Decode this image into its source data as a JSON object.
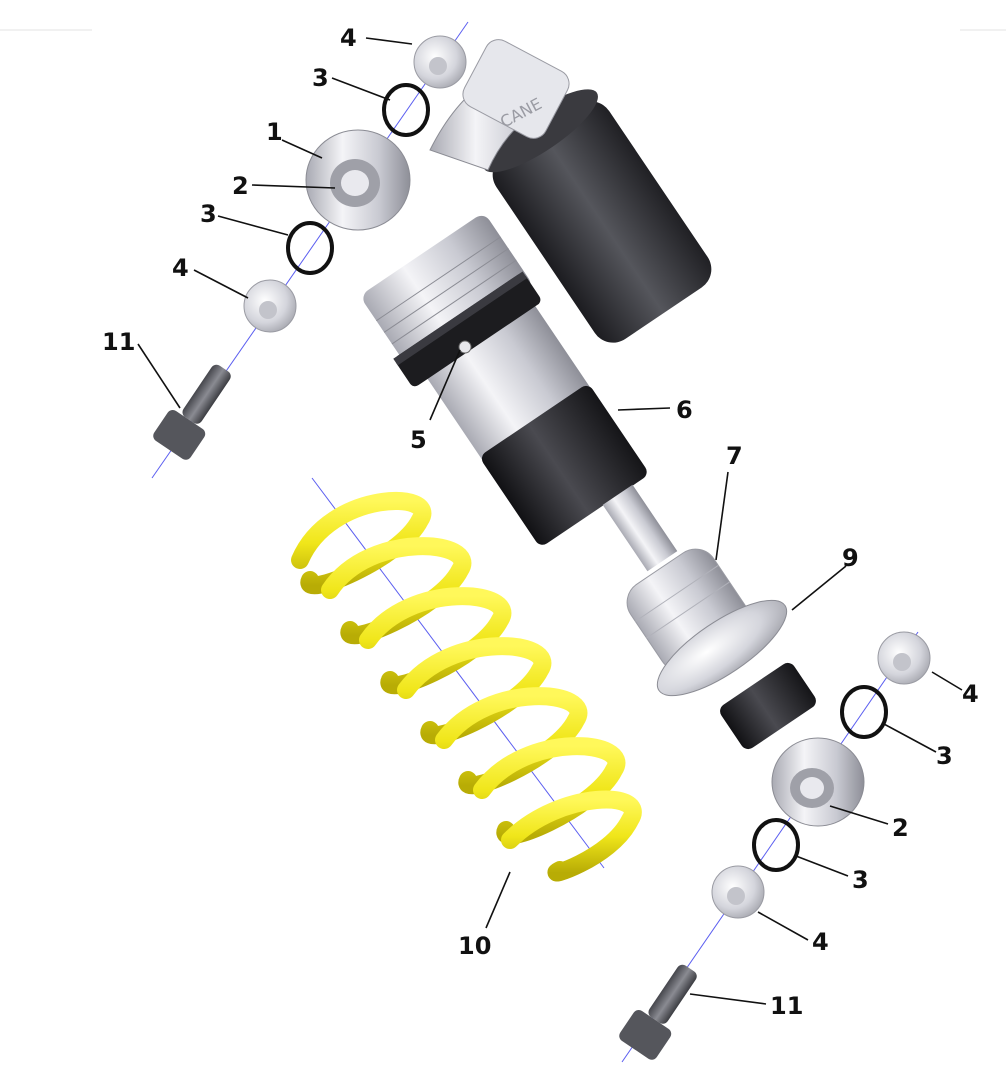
{
  "diagram": {
    "type": "exploded-parts-diagram",
    "subject": "rear-shock-absorber-assembly",
    "colors": {
      "spring": "#f2ea1e",
      "reservoir": "#2b2b2e",
      "body_aluminum": "#d9dadf",
      "adjuster_ring": "#222222",
      "axis_lines": "#5b5ef0",
      "callouts": "#111111"
    },
    "callouts": [
      {
        "id": "c-4-top",
        "label": "4"
      },
      {
        "id": "c-3-top",
        "label": "3"
      },
      {
        "id": "c-1",
        "label": "1"
      },
      {
        "id": "c-2-top",
        "label": "2"
      },
      {
        "id": "c-3-left",
        "label": "3"
      },
      {
        "id": "c-4-left",
        "label": "4"
      },
      {
        "id": "c-11-top",
        "label": "11"
      },
      {
        "id": "c-5",
        "label": "5"
      },
      {
        "id": "c-6",
        "label": "6"
      },
      {
        "id": "c-7",
        "label": "7"
      },
      {
        "id": "c-9",
        "label": "9"
      },
      {
        "id": "c-4-right",
        "label": "4"
      },
      {
        "id": "c-3-right",
        "label": "3"
      },
      {
        "id": "c-2-bottom",
        "label": "2"
      },
      {
        "id": "c-3-bottom",
        "label": "3"
      },
      {
        "id": "c-4-bottom",
        "label": "4"
      },
      {
        "id": "c-10",
        "label": "10"
      },
      {
        "id": "c-11-bottom",
        "label": "11"
      }
    ]
  }
}
